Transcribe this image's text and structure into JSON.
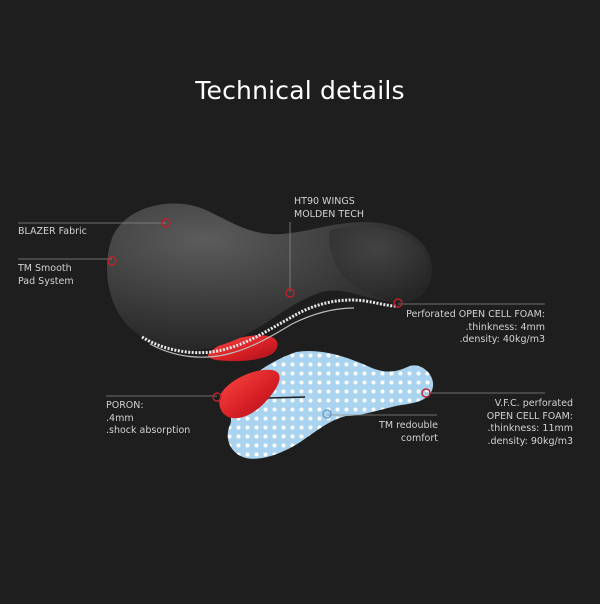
{
  "title": "Technical details",
  "labels": {
    "blazer": [
      "BLAZER Fabric"
    ],
    "smooth": [
      "TM Smooth",
      "Pad System"
    ],
    "wings": [
      "HT90 WINGS",
      "MOLDEN TECH"
    ],
    "foam": [
      "Perforated OPEN CELL FOAM:",
      ".thinkness: 4mm",
      ".density: 40kg/m3"
    ],
    "poron": [
      "PORON:",
      ".4mm",
      ".shock absorption"
    ],
    "redouble": [
      "TM redouble",
      "comfort"
    ],
    "vfc": [
      "V.F.C. perforated",
      "OPEN CELL FOAM:",
      ".thinkness: 11mm",
      ".density: 90kg/m3"
    ]
  },
  "colors": {
    "background": "#1e1e1e",
    "pad_dark": "#2f2f2f",
    "pad_light": "#5a5a5a",
    "marker": "#c0202a",
    "poron_red": "#d8232a",
    "vfc_blue": "#a9d3ee",
    "leader_line": "#8a8a8a"
  }
}
